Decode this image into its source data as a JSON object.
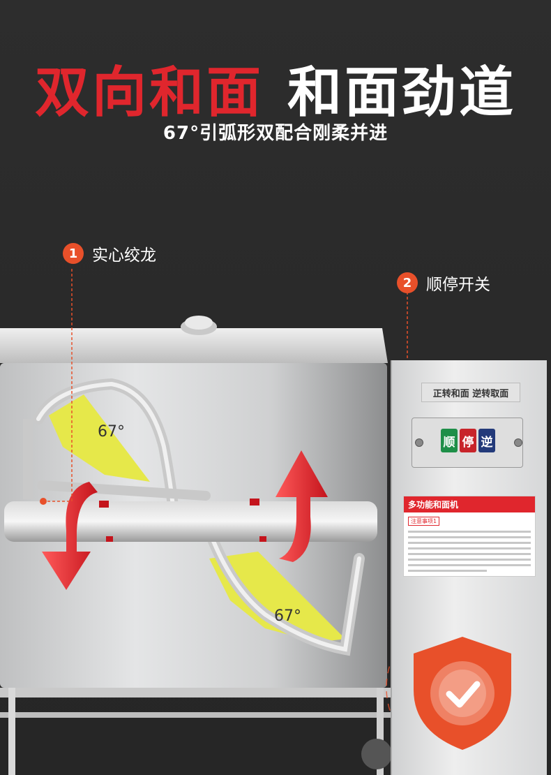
{
  "headline": {
    "red": "双向和面",
    "white": "和面劲道"
  },
  "subline": "67°引弧形双配合刚柔并进",
  "callouts": [
    {
      "num": "1",
      "label": "实心绞龙"
    },
    {
      "num": "2",
      "label": "顺停开关"
    }
  ],
  "angle_label": "67°",
  "panel": {
    "label": "正转和面 逆转取面",
    "switches": [
      "顺",
      "停",
      "逆"
    ],
    "warning_title": "多功能和面机",
    "warning_subtitle": "注意事项1"
  },
  "colors": {
    "accent_red": "#e0262d",
    "badge_orange": "#e8502a",
    "blade_yellow": "#e6e84a",
    "switch_green": "#1e8f48",
    "switch_blue": "#233a7a"
  }
}
